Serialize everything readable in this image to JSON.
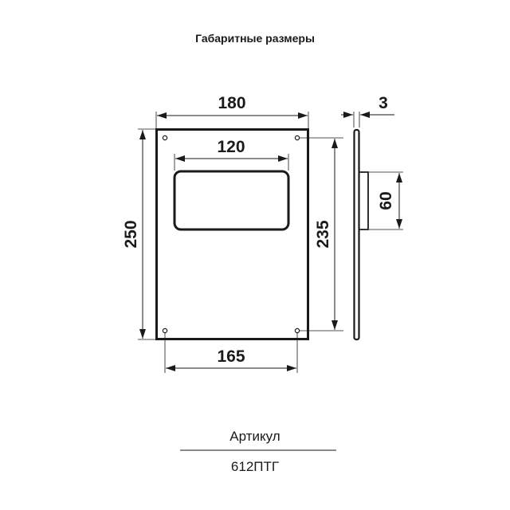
{
  "header": {
    "title": "Габаритные размеры"
  },
  "drawing": {
    "dimensions": {
      "overall_width": "180",
      "opening_width": "120",
      "overall_height": "250",
      "hole_vertical_spacing": "235",
      "hole_horizontal_spacing": "165",
      "thickness": "3",
      "boss_height": "60"
    },
    "line_color": "#1a1a1a"
  },
  "footer": {
    "article_label": "Артикул",
    "article_value": "612ПТГ"
  }
}
